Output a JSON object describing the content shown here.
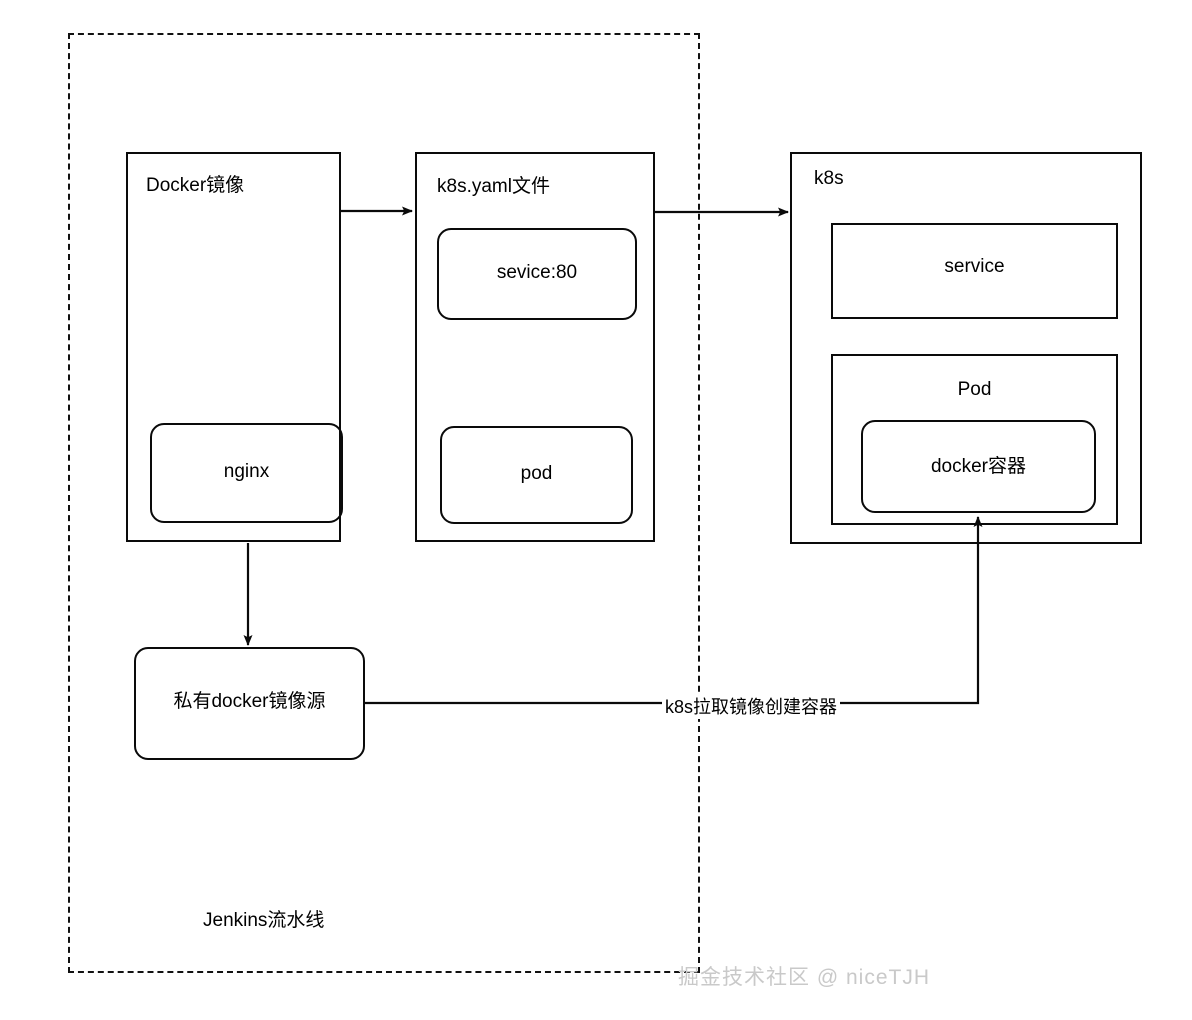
{
  "diagram": {
    "title_region": {
      "label": "Jenkins流水线"
    },
    "nodes": {
      "docker_image": {
        "label": "Docker镜像",
        "child": {
          "label": "nginx"
        }
      },
      "k8s_yaml": {
        "label": "k8s.yaml文件",
        "children": [
          {
            "label": "sevice:80"
          },
          {
            "label": "pod"
          }
        ]
      },
      "k8s": {
        "label": "k8s",
        "service": {
          "label": "service"
        },
        "pod": {
          "label": "Pod",
          "container": {
            "label": "docker容器"
          }
        }
      },
      "private_registry": {
        "label": "私有docker镜像源"
      }
    },
    "edges": [
      {
        "name": "docker-image-to-yaml",
        "label": ""
      },
      {
        "name": "yaml-to-k8s",
        "label": ""
      },
      {
        "name": "docker-image-to-registry",
        "label": ""
      },
      {
        "name": "registry-to-container",
        "label": "k8s拉取镜像创建容器"
      }
    ],
    "edge_labels": {
      "registry_to_container": "k8s拉取镜像创建容器"
    },
    "watermark": "掘金技术社区 @ niceTJH",
    "colors": {
      "stroke": "#0a0a0a",
      "background": "#ffffff",
      "watermark": "#c9c9c9"
    }
  }
}
